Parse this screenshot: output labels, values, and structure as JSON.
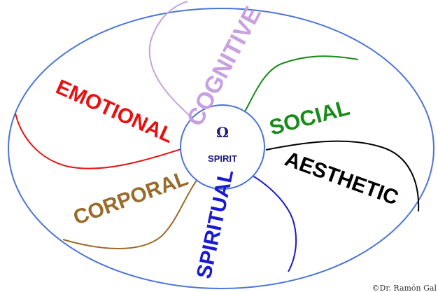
{
  "center": {
    "symbol": "Ω",
    "label": "SPIRIT"
  },
  "dimensions": [
    {
      "key": "cognitive",
      "label": "COGNITIVE",
      "color": "#c8a0e0",
      "icon": "purple-branch"
    },
    {
      "key": "social",
      "label": "SOCIAL",
      "color": "#1a8a1a",
      "icon": "green-branch"
    },
    {
      "key": "aesthetic",
      "label": "AESTHETIC",
      "color": "#000000",
      "icon": "black-branch"
    },
    {
      "key": "spiritual",
      "label": "SPIRITUAL",
      "color": "#1a1ad0",
      "icon": "blue-branch"
    },
    {
      "key": "corporal",
      "label": "CORPORAL",
      "color": "#9a6a2a",
      "icon": "brown-branch"
    },
    {
      "key": "emotional",
      "label": "EMOTIONAL",
      "color": "#e81010",
      "icon": "red-branch"
    }
  ],
  "ring_color": "#4a74d8",
  "credit": "©Dr. Ramón Gal"
}
